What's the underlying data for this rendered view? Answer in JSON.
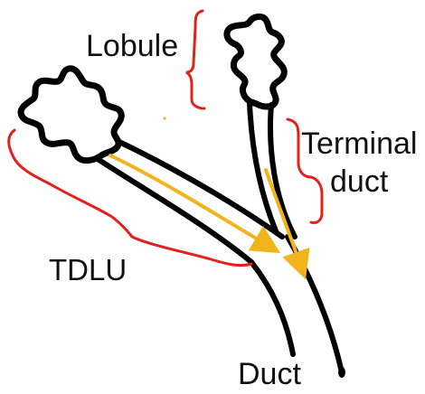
{
  "labels": {
    "lobule": "Lobule",
    "terminal_line1": "Terminal",
    "terminal_line2": "duct",
    "tdlu": "TDLU",
    "duct": "Duct"
  },
  "colors": {
    "outline": "#000000",
    "bracket": "#e3201b",
    "arrow": "#f2b41b"
  }
}
